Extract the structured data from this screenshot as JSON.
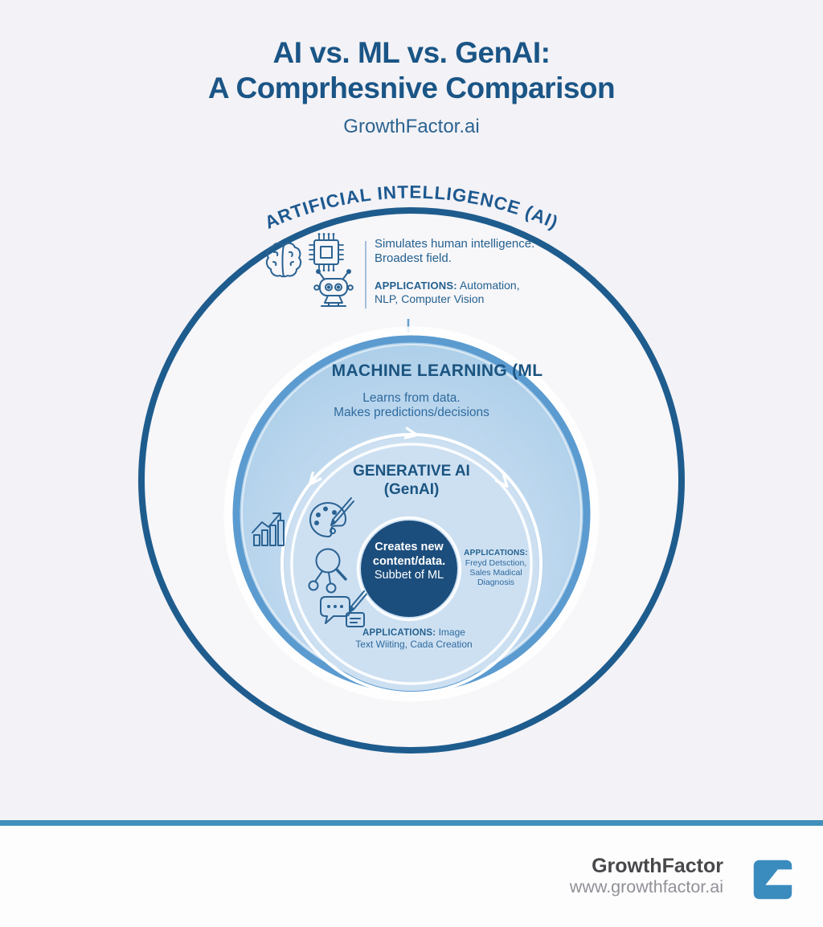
{
  "header": {
    "title_line1": "AI vs. ML vs. GenAI:",
    "title_line2": "A Comprhesnive Comparison",
    "subtitle": "GrowthFactor.ai"
  },
  "diagram": {
    "ai": {
      "arc_label": "ARTIFICIAL INTELLIGENCE (AI)",
      "description_line1": "Simulates human intelligence.",
      "description_line2": "Broadest field.",
      "applications_label": "APPLICATIONS:",
      "applications_rest": " Automation,",
      "applications_line2": "NLP, Computer Vision",
      "icons": [
        "brain-icon",
        "chip-icon",
        "robot-icon"
      ]
    },
    "ml": {
      "title": "MACHINE LEARNING (ML",
      "description_line1": "Learns from data.",
      "description_line2": "Makes predictions/decisions",
      "icons": [
        "growth-chart-icon"
      ]
    },
    "genai": {
      "title_line1": "GENERATIVE AI",
      "title_line2": "(GenAI)",
      "icons": [
        "palette-icon",
        "magnifier-network-icon",
        "chat-pencil-icon"
      ],
      "applications_right": {
        "label": "APPLICATIONS:",
        "line1": "Freyd Detsction,",
        "line2": "Sales Madical",
        "line3": "Diagnosis"
      },
      "applications_bottom": {
        "label": "APPLICATIONS:",
        "rest": " Image",
        "line2": "Text Wiiting, Cada Creation"
      }
    },
    "core": {
      "line1": "Creates new",
      "line2": "content/data.",
      "line3": "Subbet of ML"
    }
  },
  "footer": {
    "brand": "GrowthFactor",
    "website": "www.growthfactor.ai",
    "logo_icon": "growthfactor-g-logo"
  },
  "colors": {
    "background": "#f3f2f6",
    "title_blue": "#1a5586",
    "outer_ring": "#1e5c8e",
    "ml_ring": "#5b9bd0",
    "ml_fill": "#b9d6ec",
    "genai_fill": "#cde0f2",
    "core_fill": "#1c4e7d",
    "icon_stroke": "#2a6292",
    "divider": "#4190bb",
    "logo_blue": "#3b8cbe",
    "footer_brand": "#48484b",
    "footer_url": "#909196"
  }
}
